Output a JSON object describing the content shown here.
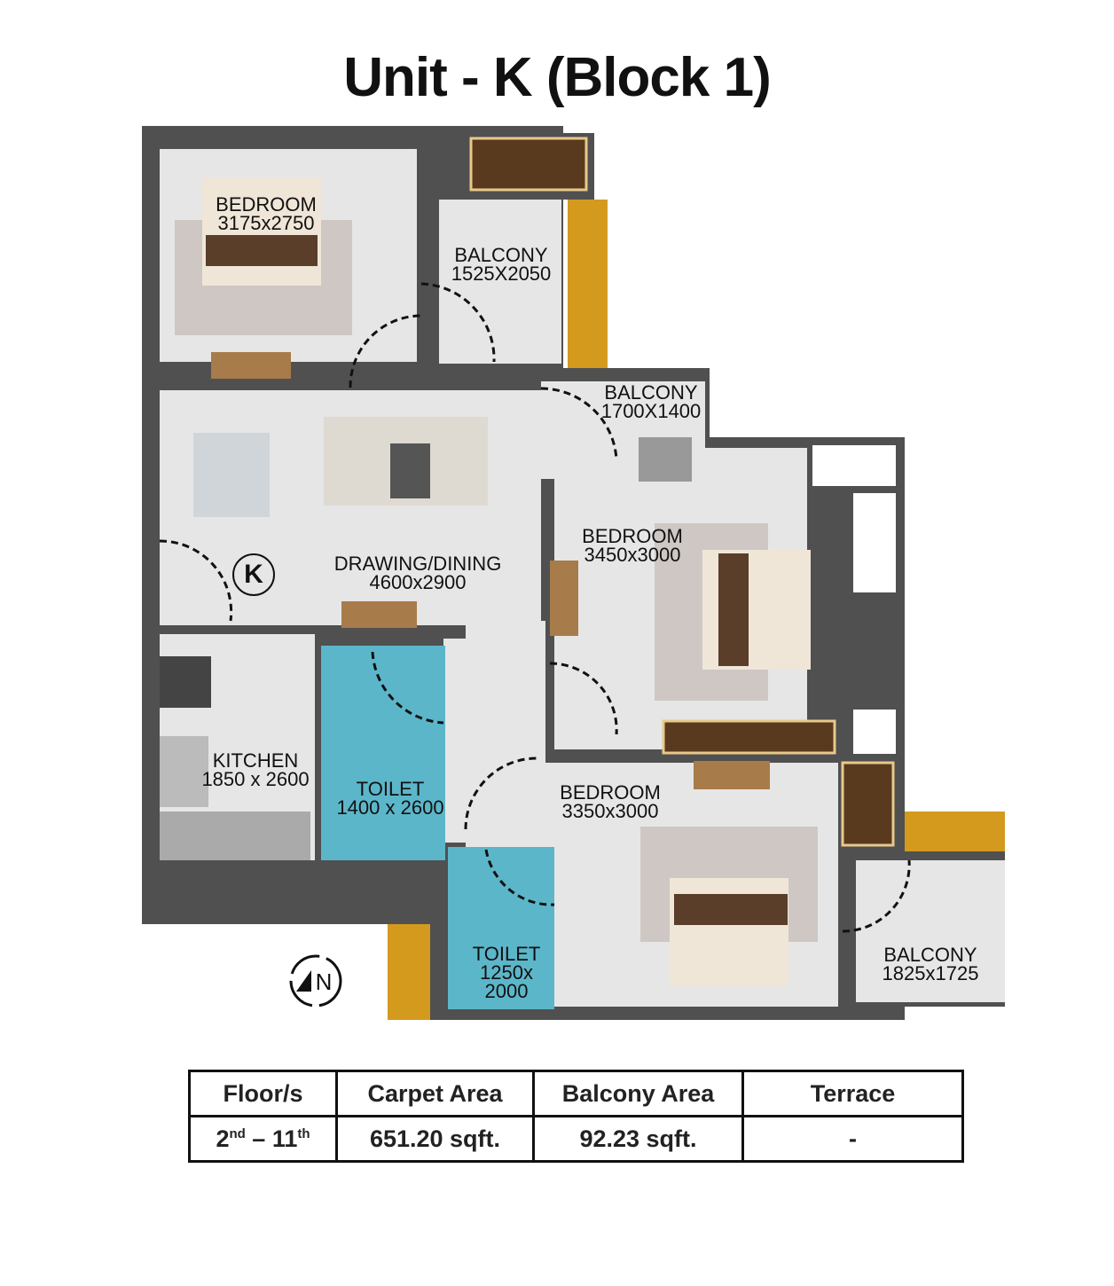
{
  "title": "Unit - K (Block 1)",
  "unit_badge": "K",
  "compass": "N",
  "rooms": {
    "bedroom1": {
      "name": "BEDROOM",
      "size": "3175x2750"
    },
    "balcony1": {
      "name": "BALCONY",
      "size": "1525X2050"
    },
    "balcony2": {
      "name": "BALCONY",
      "size": "1700X1400"
    },
    "bedroom2": {
      "name": "BEDROOM",
      "size": "3450x3000"
    },
    "drawing": {
      "name": "DRAWING/DINING",
      "size": "4600x2900"
    },
    "kitchen": {
      "name": "KITCHEN",
      "size": "1850 x 2600"
    },
    "toilet1": {
      "name": "TOILET",
      "size": "1400 x 2600"
    },
    "bedroom3": {
      "name": "BEDROOM",
      "size": "3350x3000"
    },
    "toilet2": {
      "name": "TOILET",
      "size": "1250x",
      "size2": "2000"
    },
    "balcony3": {
      "name": "BALCONY",
      "size": "1825x1725"
    }
  },
  "table": {
    "headers": [
      "Floor/s",
      "Carpet Area",
      "Balcony Area",
      "Terrace"
    ],
    "floor_from": "2",
    "floor_from_sup": "nd",
    "floor_sep": " – ",
    "floor_to": "11",
    "floor_to_sup": "th",
    "carpet": "651.20 sqft.",
    "balcony": "92.23 sqft.",
    "terrace": "-"
  },
  "colors": {
    "wall": "#4f4f4f",
    "floor": "#e4e4e4",
    "tile": "#5cb6c9",
    "ledge": "#d49a1e"
  }
}
